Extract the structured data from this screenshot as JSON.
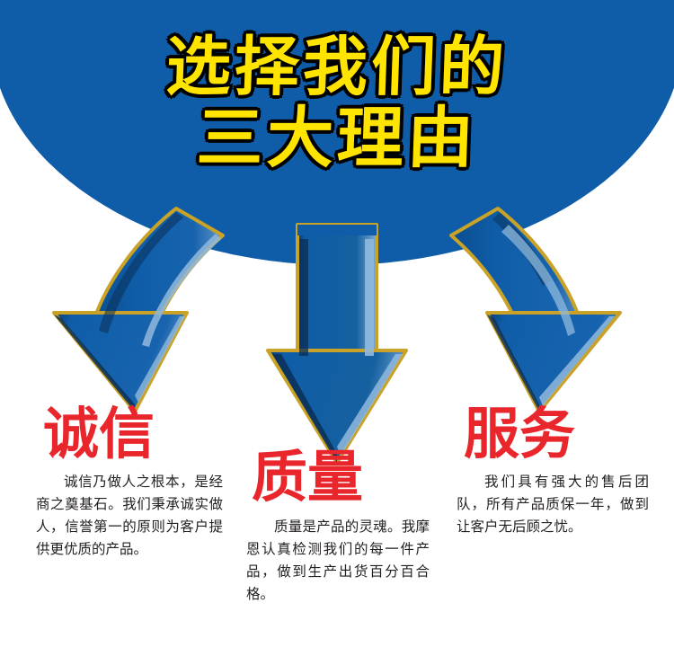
{
  "poster": {
    "background_color": "#ffffff",
    "blue": "#0F5DA8",
    "blue_dark": "#0A3C6E",
    "blue_light": "#6B9FD0",
    "gold": "#C9A227",
    "yellow": "#FFE400",
    "red": "#E8262C",
    "black": "#000000"
  },
  "title": {
    "line1": "选择我们的",
    "line2": "三大理由"
  },
  "columns": [
    {
      "id": "integrity",
      "heading": "诚信",
      "body": "诚信乃做人之根本，是经商之奠基石。我们秉承诚实做人，信誉第一的原则为客户提供更优质的产品。"
    },
    {
      "id": "quality",
      "heading": "质量",
      "body": "质量是产品的灵魂。我摩恩认真检测我们的每一件产品，做到生产出货百分百合格。"
    },
    {
      "id": "service",
      "heading": "服务",
      "body": "我们具有强大的售后团队，所有产品质保一年，做到让客户无后顾之忧。"
    }
  ],
  "graphic": {
    "ellipse_label": "blue-ellipse-banner",
    "arrows": [
      {
        "id": "arrow-left",
        "direction": "down-left"
      },
      {
        "id": "arrow-center",
        "direction": "down"
      },
      {
        "id": "arrow-right",
        "direction": "down-right"
      }
    ]
  }
}
